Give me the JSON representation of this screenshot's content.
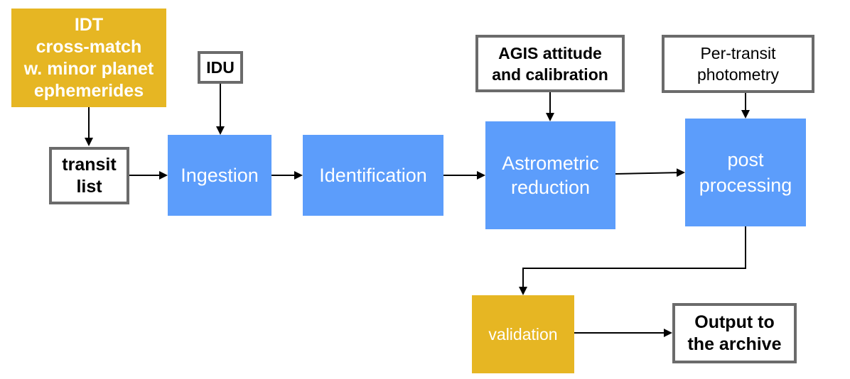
{
  "colors": {
    "gold": "#e6b623",
    "blue": "#5c9dfb",
    "outline": "#6b6b6b",
    "arrow": "#000000"
  },
  "nodes": {
    "idt": {
      "line1": "IDT",
      "line2": "cross-match",
      "line3": "w. minor planet",
      "line4": "ephemerides"
    },
    "idu": {
      "label": "IDU"
    },
    "transit_list": {
      "line1": "transit",
      "line2": "list"
    },
    "ingestion": {
      "label": "Ingestion"
    },
    "identification": {
      "label": "Identification"
    },
    "agis": {
      "line1": "AGIS attitude",
      "line2": "and calibration"
    },
    "astrometric": {
      "line1": "Astrometric",
      "line2": "reduction"
    },
    "per_transit": {
      "line1": "Per-transit",
      "line2": "photometry"
    },
    "post_processing": {
      "line1": "post",
      "line2": "processing"
    },
    "validation": {
      "label": "validation"
    },
    "output": {
      "line1": "Output to",
      "line2": "the archive"
    }
  }
}
